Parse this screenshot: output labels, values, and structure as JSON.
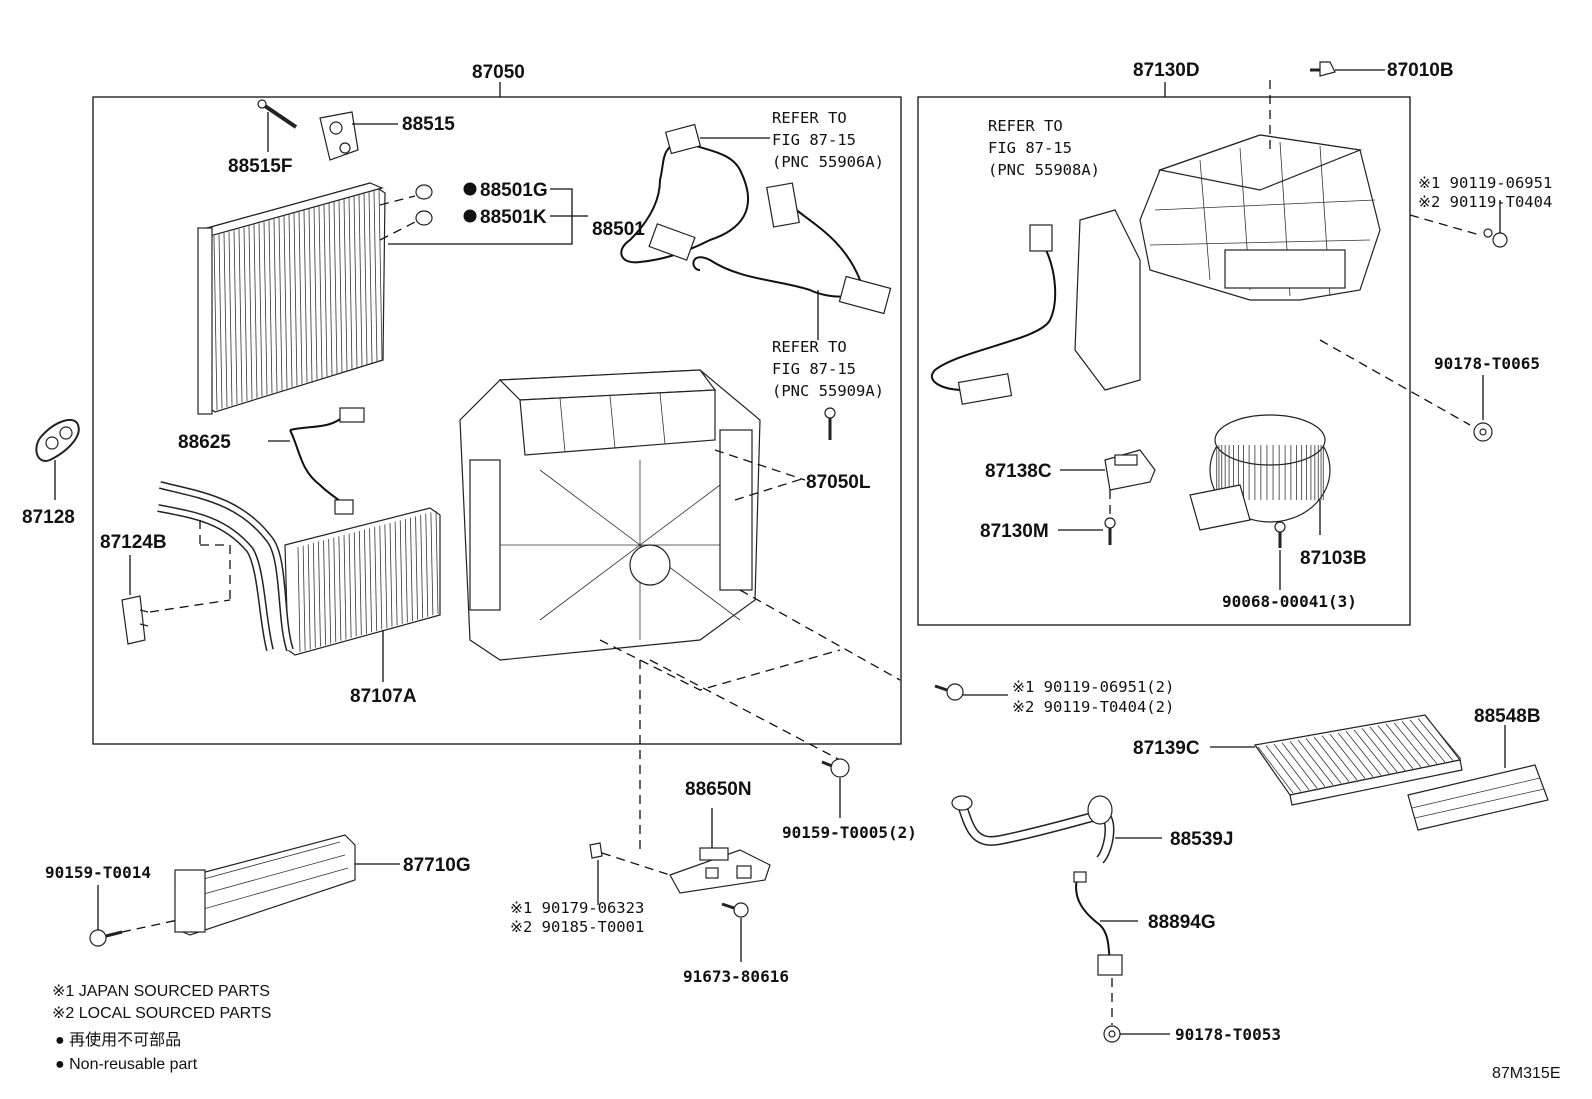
{
  "labels": {
    "p87050": "87050",
    "p88515": "88515",
    "p88515F": "88515F",
    "p88501G": "88501G",
    "p88501K": "88501K",
    "p88501": "88501",
    "p88625": "88625",
    "p87128": "87128",
    "p87124B": "87124B",
    "p87107A": "87107A",
    "p87050L": "87050L",
    "p87130D": "87130D",
    "p87010B": "87010B",
    "p87138C": "87138C",
    "p87130M": "87130M",
    "p87103B": "87103B",
    "p90068": "90068-00041(3)",
    "p90178_T0065": "90178-T0065",
    "p87139C": "87139C",
    "p88548B": "88548B",
    "p88650N": "88650N",
    "p90159_T0005": "90159-T0005(2)",
    "p88539J": "88539J",
    "p88894G": "88894G",
    "p90178_T0053": "90178-T0053",
    "p87710G": "87710G",
    "p90159_T0014": "90159-T0014",
    "p91673": "91673-80616",
    "sheet_code": "87M315E"
  },
  "refer_notes": {
    "n1": [
      "REFER TO",
      "FIG 87-15",
      "(PNC 55906A)"
    ],
    "n2": [
      "REFER TO",
      "FIG 87-15",
      "(PNC 55909A)"
    ],
    "n3": [
      "REFER TO",
      "FIG 87-15",
      "(PNC 55908A)"
    ]
  },
  "marked_parts": {
    "blower_bolt": [
      "※1 90119-06951",
      "※2 90119-T0404"
    ],
    "case_bolt": [
      "※1 90119-06951(2)",
      "※2 90119-T0404(2)"
    ],
    "clip": [
      "※1 90179-06323",
      "※2 90185-T0001"
    ]
  },
  "legend": {
    "mark1": "※1 JAPAN SOURCED PARTS",
    "mark2": "※2 LOCAL SOURCED PARTS",
    "nonreuse_jp": "● 再使用不可部品",
    "nonreuse_en": "● Non-reusable part"
  }
}
